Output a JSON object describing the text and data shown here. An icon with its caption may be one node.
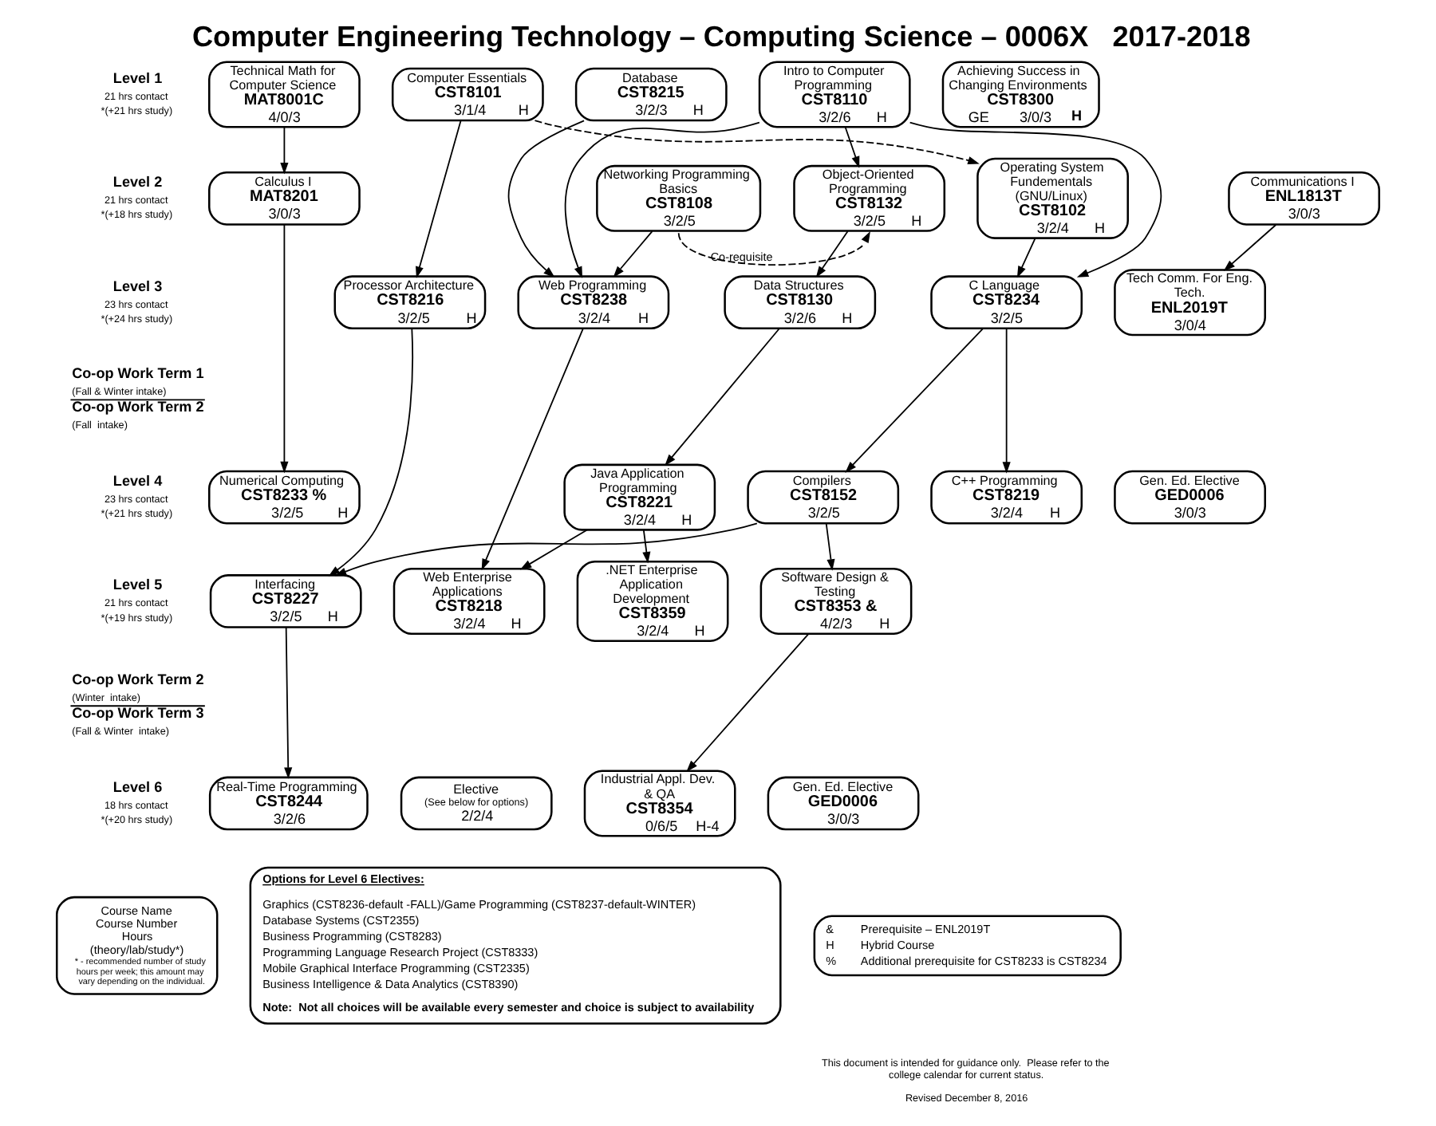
{
  "diagram": {
    "title": "Computer Engineering Technology – Computing Science – 0006X   2017-2018",
    "nodes": [
      {
        "text": [
          "Technical Math for Computer Science",
          "MAT8001C",
          "4/0/3"
        ]
      },
      {
        "text": [
          "Computer Essentials",
          "CST8101",
          "3/1/4",
          "H"
        ]
      },
      {
        "text": [
          "Database",
          "CST8215",
          "3/2/3",
          "H"
        ]
      },
      {
        "text": [
          "Intro to Computer Programming",
          "CST8110",
          "3/2/6",
          "H"
        ]
      },
      {
        "text": [
          "Achieving Success in Changing Environments",
          "CST8300",
          "GE",
          "3/0/3",
          "H"
        ]
      },
      {
        "text": [
          "Calculus I",
          "MAT8201",
          "3/0/3"
        ]
      },
      {
        "text": [
          "Networking Programming Basics",
          "CST8108",
          "3/2/5"
        ]
      },
      {
        "text": [
          "Object-Oriented Programming",
          "CST8132",
          "3/2/5",
          "H"
        ]
      },
      {
        "text": [
          "Operating System Fundementals (GNU/Linux)",
          "CST8102",
          "3/2/4",
          "H"
        ]
      },
      {
        "text": [
          "Communications I",
          "ENL1813T",
          "3/0/3"
        ]
      },
      {
        "text": [
          "Processor Architecture",
          "CST8216",
          "3/2/5",
          "H"
        ]
      },
      {
        "text": [
          "Web Programming",
          "CST8238",
          "3/2/4",
          "H"
        ]
      },
      {
        "text": [
          "Data Structures",
          "CST8130",
          "3/2/6",
          "H"
        ]
      },
      {
        "text": [
          "C Language",
          "CST8234",
          "3/2/5"
        ]
      },
      {
        "text": [
          "Tech Comm. For Eng. Tech.",
          "ENL2019T",
          "3/0/4"
        ]
      },
      {
        "text": [
          "Numerical Computing",
          "CST8233 %",
          "3/2/5",
          "H"
        ]
      },
      {
        "text": [
          "Java Application Programming",
          "CST8221",
          "3/2/4",
          "H"
        ]
      },
      {
        "text": [
          "Compilers",
          "CST8152",
          "3/2/5"
        ]
      },
      {
        "text": [
          "C++ Programming",
          "CST8219",
          "3/2/4",
          "H"
        ]
      },
      {
        "text": [
          "Gen. Ed. Elective",
          "GED0006",
          "3/0/3"
        ]
      },
      {
        "text": [
          "Interfacing",
          "CST8227",
          "3/2/5",
          "H"
        ]
      },
      {
        "text": [
          "Web Enterprise Applications",
          "CST8218",
          "3/2/4",
          "H"
        ]
      },
      {
        "text": [
          ".NET Enterprise Application Development",
          "CST8359",
          "3/2/4",
          "H"
        ]
      },
      {
        "text": [
          "Software Design & Testing",
          "CST8353 &",
          "4/2/3",
          "H"
        ]
      },
      {
        "text": [
          "Real-Time Programming",
          "CST8244",
          "3/2/6"
        ]
      },
      {
        "text": [
          "Elective",
          "(See below for options)",
          "2/2/4"
        ]
      },
      {
        "text": [
          "Industrial Appl. Dev. & QA",
          "CST8354",
          "0/6/5",
          "H-4"
        ]
      },
      {
        "text": [
          "Gen. Ed. Elective",
          "GED0006",
          "3/0/3"
        ]
      },
      {
        "text": [
          "Course Name",
          "Course Number",
          "Hours",
          "(theory/lab/study*)",
          "* - recommended number of study hours per week; this amount may vary depending on the individual."
        ]
      },
      {
        "text": [
          "Options for Level 6 Electives:",
          "Graphics (CST8236-default -FALL)/Game Programming (CST8237-default-WINTER)",
          "Database Systems (CST2355)",
          "Business Programming (CST8283)",
          "Programming Language Research Project (CST8333)",
          "Mobile Graphical Interface Programming (CST2335)",
          "Business Intelligence & Data Analytics (CST8390)",
          "Note:  Not all choices will be available every semester and choice is subject to availability"
        ]
      },
      {
        "text": [
          "&",
          "Prerequisite – ENL2019T",
          "H",
          "Hybrid Course",
          "%",
          "Additional prerequisite for CST8233 is CST8234"
        ]
      }
    ],
    "edges": [
      {
        "from": 0,
        "to": 5,
        "arrow": "to"
      },
      {
        "from": 5,
        "to": 15,
        "arrow": "to"
      },
      {
        "from": 1,
        "to": 10,
        "arrow": "to"
      },
      {
        "from": 1,
        "to": 8,
        "arrow": "to",
        "style": "dashed"
      },
      {
        "from": 2,
        "to": 11,
        "arrow": "to"
      },
      {
        "from": 3,
        "to": 11,
        "arrow": "to"
      },
      {
        "from": 3,
        "to": 7,
        "arrow": "to"
      },
      {
        "from": 3,
        "to": 13,
        "arrow": "to"
      },
      {
        "from": 6,
        "to": 11,
        "arrow": "to"
      },
      {
        "from": 6,
        "to": 7,
        "arrow": "to",
        "style": "dashed",
        "label": "Co-requisite"
      },
      {
        "from": 7,
        "to": 12,
        "arrow": "to"
      },
      {
        "from": 8,
        "to": 13,
        "arrow": "to"
      },
      {
        "from": 9,
        "to": 14,
        "arrow": "to"
      },
      {
        "from": 10,
        "to": 20,
        "arrow": "to"
      },
      {
        "from": 11,
        "to": 21,
        "arrow": "to"
      },
      {
        "from": 12,
        "to": 16,
        "arrow": "to"
      },
      {
        "from": 13,
        "to": 17,
        "arrow": "to"
      },
      {
        "from": 13,
        "to": 18,
        "arrow": "to"
      },
      {
        "from": 17,
        "to": 20,
        "arrow": "to"
      },
      {
        "from": 16,
        "to": 21,
        "arrow": "to"
      },
      {
        "from": 16,
        "to": 22,
        "arrow": "to"
      },
      {
        "from": 17,
        "to": 23,
        "arrow": "to"
      },
      {
        "from": 23,
        "to": 26,
        "arrow": "to"
      },
      {
        "from": 20,
        "to": 24,
        "arrow": "to"
      }
    ],
    "labels": [
      "Level 1",
      "21 hrs contact",
      "*(+21 hrs study)",
      "Level 2",
      "21 hrs contact",
      "*(+18 hrs study)",
      "Level 3",
      "23 hrs contact",
      "*(+24 hrs study)",
      "Co-op Work Term 1",
      "(Fall & Winter intake)",
      "Co-op Work Term 2",
      "(Fall  intake)",
      "Level 4",
      "23 hrs contact",
      "*(+21 hrs study)",
      "Level 5",
      "21 hrs contact",
      "*(+19 hrs study)",
      "Co-op Work Term 2",
      "(Winter  intake)",
      "Co-op Work Term 3",
      "(Fall & Winter  intake)",
      "Level 6",
      "18 hrs contact",
      "*(+20 hrs study)",
      "This document is intended for guidance only.  Please refer to the college calendar for current status.",
      "Revised December 8, 2016"
    ]
  }
}
